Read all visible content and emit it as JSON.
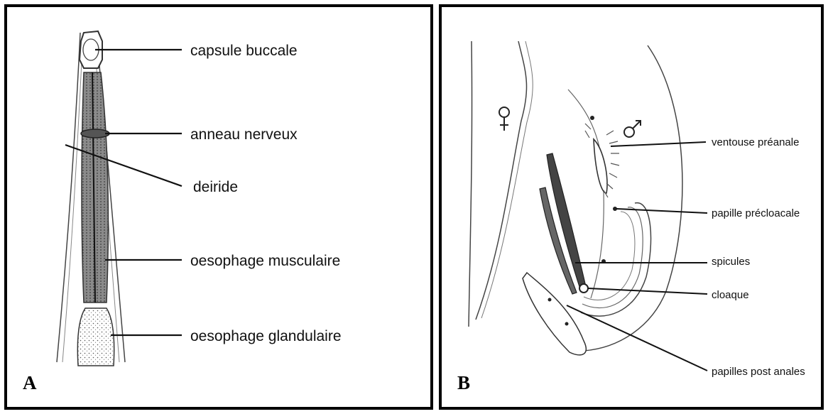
{
  "panel_a": {
    "letter": "A",
    "labels": {
      "capsule_buccale": "capsule buccale",
      "anneau_nerveux": "anneau nerveux",
      "deiride": "deiride",
      "oesophage_musculaire": "oesophage musculaire",
      "oesophage_glandulaire": "oesophage glandulaire"
    }
  },
  "panel_b": {
    "letter": "B",
    "female_symbol": "♀",
    "male_symbol": "♂",
    "labels": {
      "ventouse_preanale": "ventouse préanale",
      "papille_precloacale": "papille précloacale",
      "spicules": "spicules",
      "cloaque": "cloaque",
      "papilles_post_anales": "papilles post anales"
    }
  },
  "colors": {
    "ink": "#111111",
    "frame": "#000000",
    "background": "#ffffff"
  }
}
